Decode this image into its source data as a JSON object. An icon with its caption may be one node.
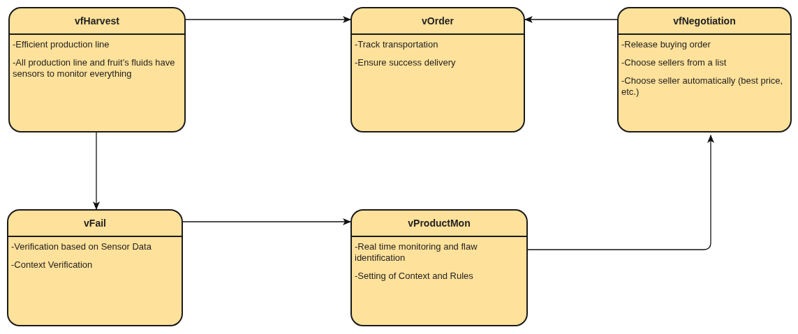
{
  "diagram": {
    "nodes": [
      {
        "text": [
          "vfHarvest",
          "-Efficient production line",
          "-All production line and fruit’s fluids have sensors to monitor everything"
        ]
      },
      {
        "text": [
          "vOrder",
          "-Track transportation",
          "-Ensure success delivery"
        ]
      },
      {
        "text": [
          "vfNegotiation",
          "-Release buying order",
          "-Choose sellers from a list",
          "-Choose seller automatically (best price, etc.)"
        ]
      },
      {
        "text": [
          "vFail",
          "-Verification based on Sensor Data",
          "-Context Verification"
        ]
      },
      {
        "text": [
          "vProductMon",
          "-Real time monitoring and flaw identification",
          "-Setting of Context and Rules"
        ]
      }
    ],
    "edges": [
      {
        "from": 0,
        "to": 1,
        "arrow": "to"
      },
      {
        "from": 2,
        "to": 1,
        "arrow": "to"
      },
      {
        "from": 0,
        "to": 3,
        "arrow": "to"
      },
      {
        "from": 3,
        "to": 4,
        "arrow": "to"
      },
      {
        "from": 4,
        "to": 2,
        "arrow": "to"
      }
    ]
  }
}
